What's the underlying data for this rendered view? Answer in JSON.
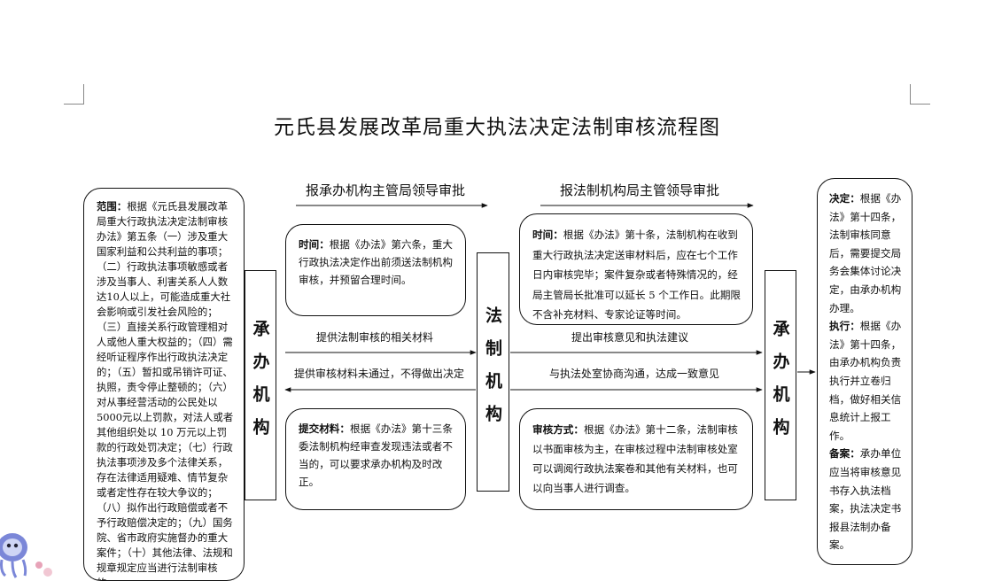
{
  "title": "元氏县发展改革局重大执法决定法制审核流程图",
  "scope_box": {
    "label": "范围：",
    "text": "根据《元氏县发展改革局重大行政执法决定法制审核办法》第五条（一）涉及重大国家利益和公共利益的事项；（二）行政执法事项敏感或者涉及当事人、利害关系人人数达10人以上，可能造成重大社会影响或引发社会风险的；（三）直接关系行政管理相对人或他人重大权益的；（四）需经听证程序作出行政执法决定的；（五）暂扣或吊销许可证、执照，责令停止整顿的；（六）对从事经营活动的公民处以5000元以上罚款，对法人或者其他组织处以 10 万元以上罚款的行政处罚决定；（七）行政执法事项涉及多个法律关系，存在法律适用疑难、情节复杂或者定性存在较大争议的；（八）拟作出行政赔偿或者不予行政赔偿决定的；（九）国务院、省市政府实施督办的重大案件；（十）其他法律、法规和规章规定应当进行法制审核的。"
  },
  "undertaking_left": "承办机构",
  "legal_center": "法制机构",
  "undertaking_right": "承办机构",
  "header_left": "报承办机构主管局领导审批",
  "header_right": "报法制机构局主管领导审批",
  "time_box_left": {
    "label": "时间：",
    "text": "根据《办法》第六条，重大行政执法决定作出前须送法制机构审核，并预留合理时间。"
  },
  "time_box_right": {
    "label": "时间：",
    "text": "根据《办法》第十条，法制机构在收到重大行政执法决定送审材料后，应在七个工作日内审核完毕；案件复杂或者特殊情况的，经局主管局长批准可以延长 5 个工作日。此期限不含补充材料、专家论证等时间。"
  },
  "material_box": {
    "label": "提交材料：",
    "text": "根据《办法》第十三条委法制机构经审查发现违法或者不当的，可以要求承办机构及时改正。"
  },
  "review_box": {
    "label": "审核方式：",
    "text": "根据《办法》第十二条，法制审核以书面审核为主，在审核过程中法制审核处室可以调阅行政执法案卷和其他有关材料，也可以向当事人进行调查。"
  },
  "arrows": {
    "provide_materials": "提供法制审核的相关材料",
    "materials_rejected": "提供审核材料未通过，不得做出决定",
    "opinions": "提出审核意见和执法建议",
    "consult": "与执法处室协商沟通，达成一致意见"
  },
  "decision_box": {
    "decide_label": "决定：",
    "decide_text": "根据《办法》第十四条，法制审核同意后，需要提交局务会集体讨论决定，由承办机构办理。",
    "exec_label": "执行：",
    "exec_text": "根据《办法》第十四条，由承办机构负责执行并立卷归档，做好相关信息统计上报工作。",
    "file_label": "备案：",
    "file_text": "承办单位应当将审核意见书存入执法档案，执法决定书报县法制办备案。"
  },
  "colors": {
    "line": "#111111",
    "mascot": "#6a77c9"
  }
}
